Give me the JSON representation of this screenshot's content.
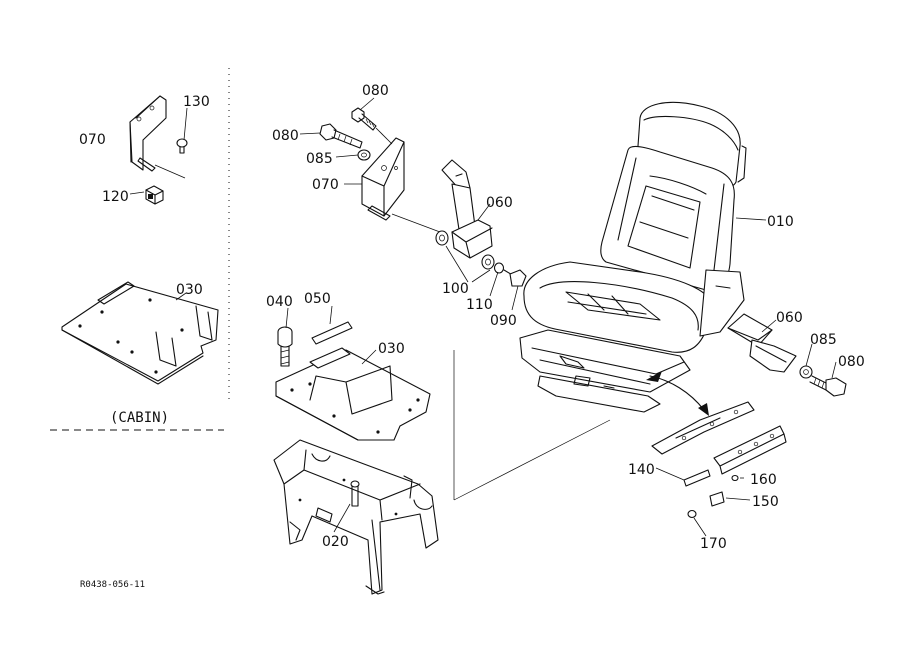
{
  "callouts": {
    "c010": "010",
    "c020": "020",
    "c030a": "030",
    "c030b": "030",
    "c040": "040",
    "c050": "050",
    "c060a": "060",
    "c060b": "060",
    "c070a": "070",
    "c070b": "070",
    "c080a": "080",
    "c080b": "080",
    "c080c": "080",
    "c085a": "085",
    "c085b": "085",
    "c090": "090",
    "c100": "100",
    "c110": "110",
    "c120": "120",
    "c130": "130",
    "c140": "140",
    "c150": "150",
    "c160": "160",
    "c170": "170"
  },
  "cabin_label": "(CABIN)",
  "drawing_code": "R0438-056-11"
}
